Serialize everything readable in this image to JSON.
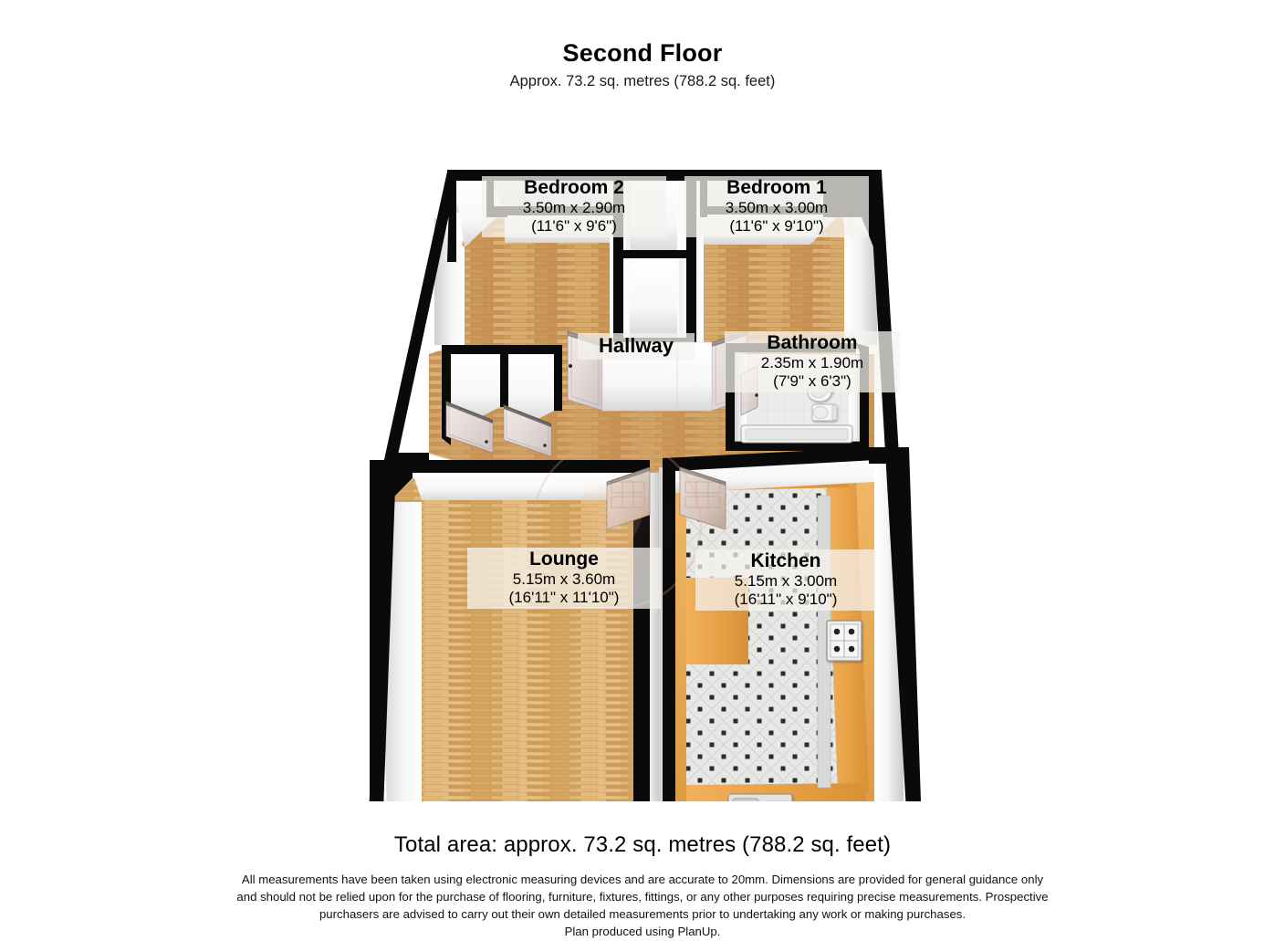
{
  "header": {
    "floor_title": "Second Floor",
    "approx_area": "Approx. 73.2 sq. metres (788.2 sq. feet)"
  },
  "rooms": [
    {
      "id": "bedroom-2",
      "name": "Bedroom 2",
      "dim_metric": "3.50m x 2.90m",
      "dim_imperial": "(11'6\" x 9'6\")",
      "floor": "wood",
      "floor_color": "#c79a5e"
    },
    {
      "id": "bedroom-1",
      "name": "Bedroom 1",
      "dim_metric": "3.50m x 3.00m",
      "dim_imperial": "(11'6\" x 9'10\")",
      "floor": "wood",
      "floor_color": "#c79a5e"
    },
    {
      "id": "hallway",
      "name": "Hallway",
      "dim_metric": "",
      "dim_imperial": "",
      "floor": "wood",
      "floor_color": "#d0a068"
    },
    {
      "id": "bathroom",
      "name": "Bathroom",
      "dim_metric": "2.35m x 1.90m",
      "dim_imperial": "(7'9\" x 6'3\")",
      "floor": "tile-white",
      "floor_color": "#e8e8e6"
    },
    {
      "id": "lounge",
      "name": "Lounge",
      "dim_metric": "5.15m x 3.60m",
      "dim_imperial": "(16'11\" x 11'10\")",
      "floor": "wood",
      "floor_color": "#d9ab६9"
    },
    {
      "id": "kitchen",
      "name": "Kitchen",
      "dim_metric": "5.15m x 3.00m",
      "dim_imperial": "(16'11\" x 9'10\")",
      "floor": "tile-grey",
      "floor_color": "#e4e4e2"
    }
  ],
  "fixtures": [
    {
      "id": "kitchen-hob",
      "label": "gas-hob",
      "burners": 4
    },
    {
      "id": "kitchen-sink",
      "label": "sink-with-drainer"
    },
    {
      "id": "bathroom-basin",
      "label": "wash-basin"
    },
    {
      "id": "bathroom-wc",
      "label": "toilet"
    },
    {
      "id": "bathroom-bath",
      "label": "bathtub"
    }
  ],
  "doors": [
    {
      "id": "door-bedroom-2",
      "room": "Bedroom 2"
    },
    {
      "id": "door-bedroom-1",
      "room": "Bedroom 1"
    },
    {
      "id": "door-cupboard-1",
      "room": "Cupboard"
    },
    {
      "id": "door-cupboard-2",
      "room": "Cupboard"
    },
    {
      "id": "door-bathroom",
      "room": "Bathroom"
    },
    {
      "id": "door-lounge",
      "room": "Lounge"
    },
    {
      "id": "door-kitchen",
      "room": "Kitchen"
    }
  ],
  "windows": [
    {
      "id": "window-bedroom-2"
    },
    {
      "id": "window-bedroom-1"
    },
    {
      "id": "window-lounge"
    },
    {
      "id": "window-kitchen"
    }
  ],
  "footer": {
    "total_area": "Total area: approx. 73.2 sq. metres (788.2 sq. feet)",
    "disclaimer_line_1": "All measurements have been taken using electronic measuring devices and are accurate to 20mm. Dimensions are provided for general guidance only",
    "disclaimer_line_2": "and should not be relied upon for the purchase of flooring, furniture, fixtures, fittings, or any other purposes requiring precise measurements. Prospective",
    "disclaimer_line_3": "purchasers are advised to carry out their own detailed measurements prior to undertaking any work or making purchases.",
    "disclaimer_line_4": "Plan produced using PlanUp."
  },
  "colors": {
    "wall": "#0a0a0a",
    "wall_face": "#fbfbfb",
    "window_glass": "#dff0ef",
    "wood_floor": "#cf9f62",
    "tile_floor": "#e6e6e4",
    "counter": "#e8a54e",
    "background": "#ffffff"
  }
}
